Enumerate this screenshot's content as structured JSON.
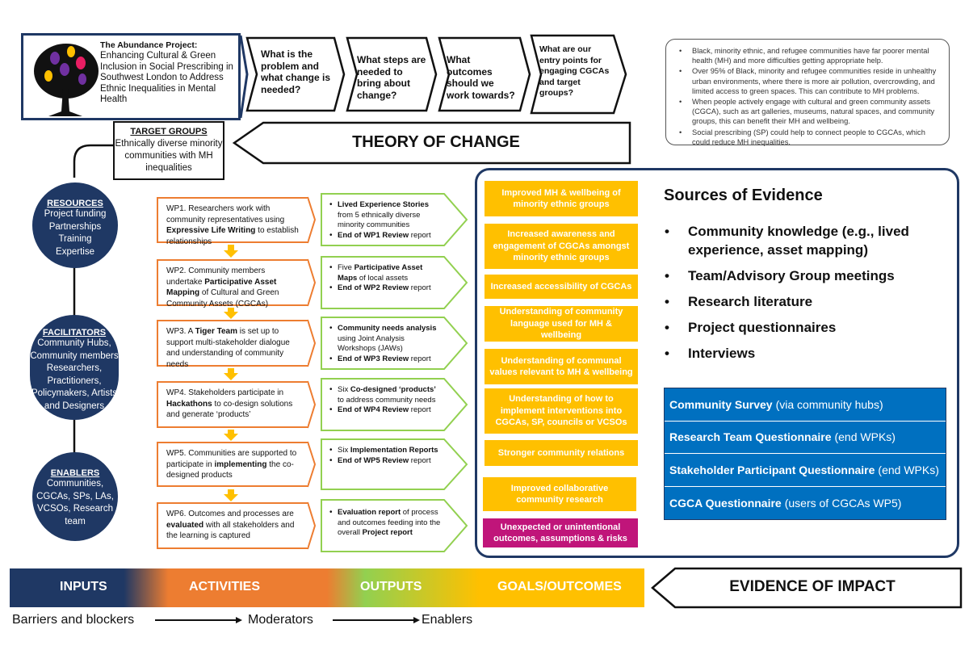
{
  "header": {
    "title": "The Abundance Project:",
    "subtitle": "Enhancing Cultural & Green Inclusion in Social Prescribing in Southwest London to Address Ethnic Inequalities in Mental Health"
  },
  "questions": [
    {
      "label": "What is the problem and what change is needed?"
    },
    {
      "label": "What steps are needed to bring about change?"
    },
    {
      "label": "What outcomes should we work towards?"
    },
    {
      "label": "What are our entry points for engaging CGCAs and target groups?"
    }
  ],
  "problem_points": [
    "Black, minority ethnic, and refugee communities have far poorer mental health (MH) and more difficulties getting appropriate help.",
    "Over 95% of Black, minority and refugee communities reside in unhealthy urban environments, where there is more air pollution, overcrowding, and limited access to green spaces. This can contribute to MH problems.",
    "When people actively engage with cultural and green community assets (CGCA), such as art galleries, museums, natural spaces, and community groups, this can benefit their MH and wellbeing.",
    "Social prescribing (SP) could help to connect people to CGCAs, which could reduce MH inequalities."
  ],
  "target_groups": {
    "title": "TARGET GROUPS",
    "body": "Ethnically diverse minority communities with MH inequalities"
  },
  "theory_label": "THEORY OF CHANGE",
  "resources": {
    "title": "RESOURCES",
    "items": [
      "Project funding",
      "Partnerships",
      "Training",
      "Expertise"
    ]
  },
  "facilitators": {
    "title": "FACILITATORS",
    "items": [
      "Community Hubs,",
      "Community members",
      "Researchers,",
      "Practitioners,",
      "Policymakers, Artists",
      "and Designers"
    ]
  },
  "enablers": {
    "title": "ENABLERS",
    "items": [
      "Communities,",
      "CGCAs, SPs, LAs,",
      "VCSOs, Research",
      "team"
    ]
  },
  "work_packages": [
    {
      "pre": "WP1. Researchers work with community representatives using ",
      "bold": "Expressive Life Writing",
      "post": " to establish relationships"
    },
    {
      "pre": "WP2. Community members undertake ",
      "bold": "Participative Asset Mapping",
      "post": " of Cultural and Green Community Assets (CGCAs)"
    },
    {
      "pre": "WP3. A ",
      "bold": "Tiger Team",
      "post": " is set up to support multi-stakeholder dialogue and understanding of community needs"
    },
    {
      "pre": "WP4. Stakeholders participate in ",
      "bold": "Hackathons",
      "post": " to co-design solutions and generate ‘products’"
    },
    {
      "pre": "WP5. Communities are supported to participate in ",
      "bold": "implementing",
      "post": " the co-designed products"
    },
    {
      "pre": "WP6. Outcomes and processes are ",
      "bold": "evaluated",
      "post": " with all stakeholders and the learning is captured"
    }
  ],
  "outputs": [
    [
      {
        "bold": "Lived Experience Stories",
        "rest": " from 5 ethnically diverse minority communities"
      },
      {
        "bold": "End of WP1 Review",
        "rest": " report"
      }
    ],
    [
      {
        "pre": "Five ",
        "bold": "Participative Asset Maps",
        "rest": " of local assets"
      },
      {
        "bold": "End of WP2 Review",
        "rest": " report"
      }
    ],
    [
      {
        "bold": "Community needs analysis",
        "rest": " using Joint Analysis Workshops (JAWs)"
      },
      {
        "bold": "End of WP3 Review",
        "rest": " report"
      }
    ],
    [
      {
        "pre": "Six ",
        "bold": "Co-designed ‘products’",
        "rest": " to address community needs"
      },
      {
        "bold": "End of WP4 Review",
        "rest": " report"
      }
    ],
    [
      {
        "pre": "Six ",
        "bold": "Implementation Reports",
        "rest": ""
      },
      {
        "bold": "End of WP5 Review",
        "rest": " report"
      }
    ],
    [
      {
        "bold": "Evaluation report",
        "rest": " of process and outcomes feeding into the overall ",
        "bold2": "Project report"
      }
    ]
  ],
  "goals": [
    "Improved MH & wellbeing of minority ethnic groups",
    "Increased awareness and engagement of CGCAs amongst minority ethnic groups",
    "Increased accessibility of CGCAs",
    "Understanding of community language used for MH & wellbeing",
    "Understanding of communal values relevant to MH & wellbeing",
    "Understanding of how to implement interventions into CGCAs, SP, councils or VCSOs",
    "Stronger community relations",
    "Improved collaborative community research",
    "Unexpected or unintentional outcomes, assumptions & risks"
  ],
  "evidence": {
    "title": "Sources of Evidence",
    "items": [
      "Community knowledge (e.g., lived experience, asset mapping)",
      "Team/Advisory Group meetings",
      "Research literature",
      "Project questionnaires",
      "Interviews"
    ],
    "surveys": [
      {
        "bold": "Community Survey",
        "rest": "(via community hubs)"
      },
      {
        "bold": "Research Team Questionnaire",
        "rest": "(end WPKs)"
      },
      {
        "bold": "Stakeholder Participant Questionnaire",
        "rest": "(end WPKs)"
      },
      {
        "bold": "CGCA Questionnaire",
        "rest": "(users of CGCAs WP5)"
      }
    ]
  },
  "band": {
    "inputs": "INPUTS",
    "activities": "ACTIVITIES",
    "outputs": "OUTPUTS",
    "goals": "GOALS/OUTCOMES"
  },
  "evidence_of_impact": "EVIDENCE OF IMPACT",
  "bottom": {
    "barriers": "Barriers and blockers",
    "moderators": "Moderators",
    "enablers": "Enablers"
  },
  "colors": {
    "navy": "#1f3864",
    "orange": "#ed7d31",
    "green": "#92d050",
    "amber": "#ffc000",
    "blue": "#0070c0",
    "pink": "#c0157a"
  },
  "icons": [
    "tree-logo-icon",
    "arrow-right-icon"
  ]
}
